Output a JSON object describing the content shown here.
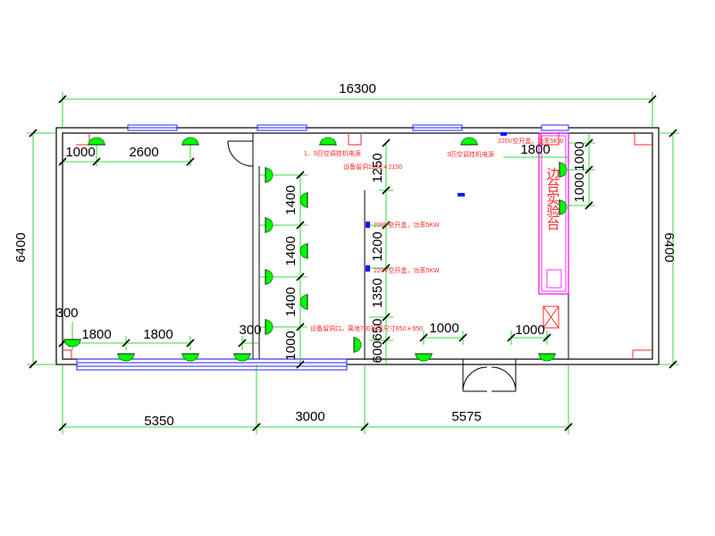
{
  "dimensions": {
    "overall_width": "16300",
    "overall_height_left": "6400",
    "overall_height_right": "6400",
    "bottom_left": "5350",
    "bottom_mid": "3000",
    "bottom_right": "5575",
    "top_1000": "1000",
    "top_2600": "2600",
    "col_1400_a": "1400",
    "col_1400_b": "1400",
    "col_1400_c": "1400",
    "col_1000": "1000",
    "bl_300": "300",
    "bl_1800_a": "1800",
    "bl_1800_b": "1800",
    "mid_300": "300",
    "cable_1250": "1250",
    "cable_1200": "1200",
    "cable_1350": "1350",
    "cable_600": "600",
    "cable_650": "650",
    "br_1000_a": "1000",
    "br_1000_b": "1000",
    "tr_1800": "1800",
    "tr_1000_a": "1000",
    "tr_1000_b": "1000"
  },
  "notes": {
    "ac_15": "1．5匹空调挂机电源",
    "ac_3": "3匹空调挂机电源",
    "equip_reserve": "设备留洞1250＊2150",
    "sw_220_top": "220V空开盒，功率5KW",
    "sw_220_a": "220V空开盒，功率5KW",
    "sw_220_b": "220V空开盒，功率5KW",
    "floor_hole": "设备留洞口，离地780开洞尺寸650＊650"
  },
  "bench_label": "边台实验台",
  "colors": {
    "wall": "#000000",
    "dimension_line": "#00cc00",
    "window": "#2424ff",
    "fixture": "#00ff00",
    "note_text": "#ff2a2a",
    "bench_outline": "#ff00ff"
  },
  "icons": [
    "ceiling-light-icon",
    "wall-light-icon",
    "outlet-box-icon",
    "distribution-box-icon",
    "door-swing-icon"
  ]
}
